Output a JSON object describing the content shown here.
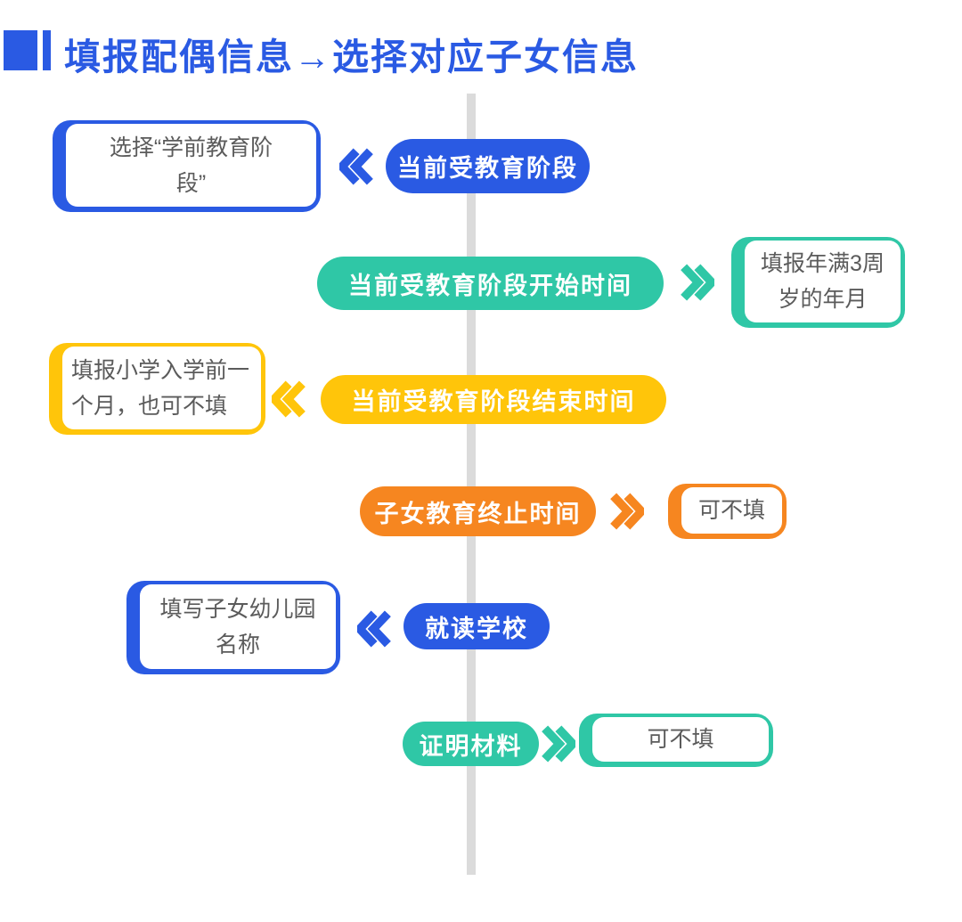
{
  "page": {
    "title": "填报配偶信息→选择对应子女信息"
  },
  "colors": {
    "blue": "#2a5ae3",
    "teal": "#2fc7a6",
    "yellow": "#ffc50a",
    "orange": "#f68620",
    "timeline_gray": "#dbdbdb",
    "note_text_gray": "#5b5b5b",
    "pill_text": "#ffffff"
  },
  "steps": [
    {
      "pill": "当前受教育阶段",
      "color": "blue",
      "note_side": "left",
      "note_lines": [
        "选择“学前教育阶",
        "段”"
      ]
    },
    {
      "pill": "当前受教育阶段开始时间",
      "color": "teal",
      "note_side": "right",
      "note_lines": [
        "填报年满3周",
        "岁的年月"
      ]
    },
    {
      "pill": "当前受教育阶段结束时间",
      "color": "yellow",
      "note_side": "left",
      "note_lines": [
        "填报小学入学前一",
        "个月，也可不填"
      ]
    },
    {
      "pill": "子女教育终止时间",
      "color": "orange",
      "note_side": "right",
      "note_lines": [
        "可不填"
      ]
    },
    {
      "pill": "就读学校",
      "color": "blue",
      "note_side": "left",
      "note_lines": [
        "填写子女幼儿园",
        "名称"
      ]
    },
    {
      "pill": "证明材料",
      "color": "teal",
      "note_side": "right",
      "note_lines": [
        "可不填"
      ]
    }
  ]
}
